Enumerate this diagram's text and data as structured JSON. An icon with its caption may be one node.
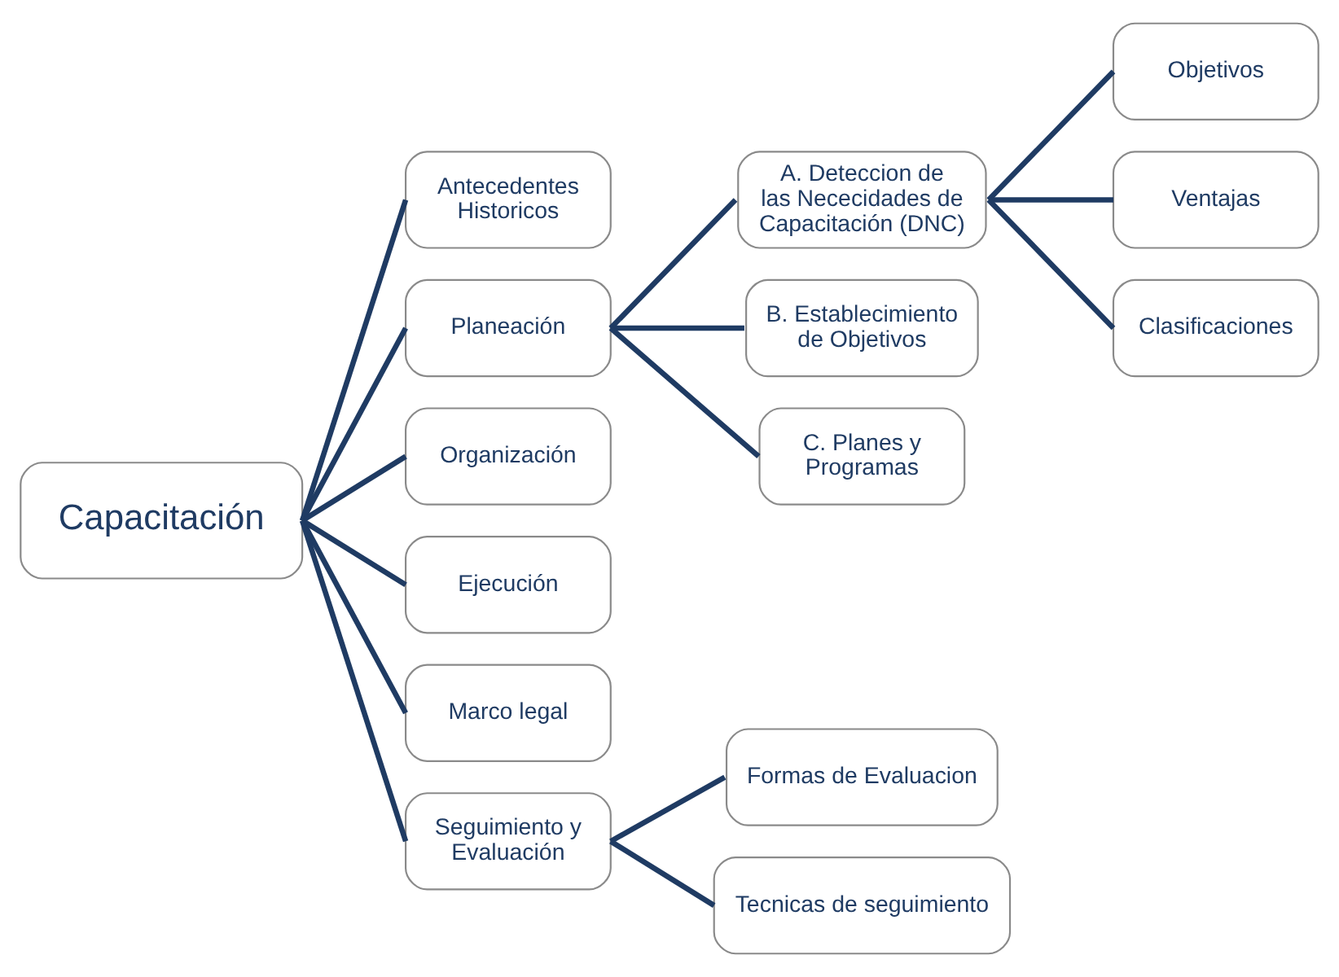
{
  "diagram": {
    "nodes": [
      {
        "text": [
          "Capacitación"
        ]
      },
      {
        "text": [
          "Antecedentes Historicos"
        ]
      },
      {
        "text": [
          "Planeación"
        ]
      },
      {
        "text": [
          "Organización"
        ]
      },
      {
        "text": [
          "Ejecución"
        ]
      },
      {
        "text": [
          "Marco legal"
        ]
      },
      {
        "text": [
          "Seguimiento y Evaluación"
        ]
      },
      {
        "text": [
          "A. Deteccion de las Nececidades de Capacitación (DNC)"
        ]
      },
      {
        "text": [
          "B. Establecimiento de Objetivos"
        ]
      },
      {
        "text": [
          "C. Planes y Programas"
        ]
      },
      {
        "text": [
          "Objetivos"
        ]
      },
      {
        "text": [
          "Ventajas"
        ]
      },
      {
        "text": [
          "Clasificaciones"
        ]
      },
      {
        "text": [
          "Formas de Evaluacion"
        ]
      },
      {
        "text": [
          "Tecnicas de seguimiento"
        ]
      }
    ],
    "edges": [
      {
        "from": 0,
        "to": 1,
        "arrow": "none"
      },
      {
        "from": 0,
        "to": 2,
        "arrow": "none"
      },
      {
        "from": 0,
        "to": 3,
        "arrow": "none"
      },
      {
        "from": 0,
        "to": 4,
        "arrow": "none"
      },
      {
        "from": 0,
        "to": 5,
        "arrow": "none"
      },
      {
        "from": 0,
        "to": 6,
        "arrow": "none"
      },
      {
        "from": 2,
        "to": 7,
        "arrow": "none"
      },
      {
        "from": 2,
        "to": 8,
        "arrow": "none"
      },
      {
        "from": 2,
        "to": 9,
        "arrow": "none"
      },
      {
        "from": 7,
        "to": 10,
        "arrow": "none"
      },
      {
        "from": 7,
        "to": 11,
        "arrow": "none"
      },
      {
        "from": 7,
        "to": 12,
        "arrow": "none"
      },
      {
        "from": 6,
        "to": 13,
        "arrow": "none"
      },
      {
        "from": 6,
        "to": 14,
        "arrow": "none"
      }
    ]
  }
}
